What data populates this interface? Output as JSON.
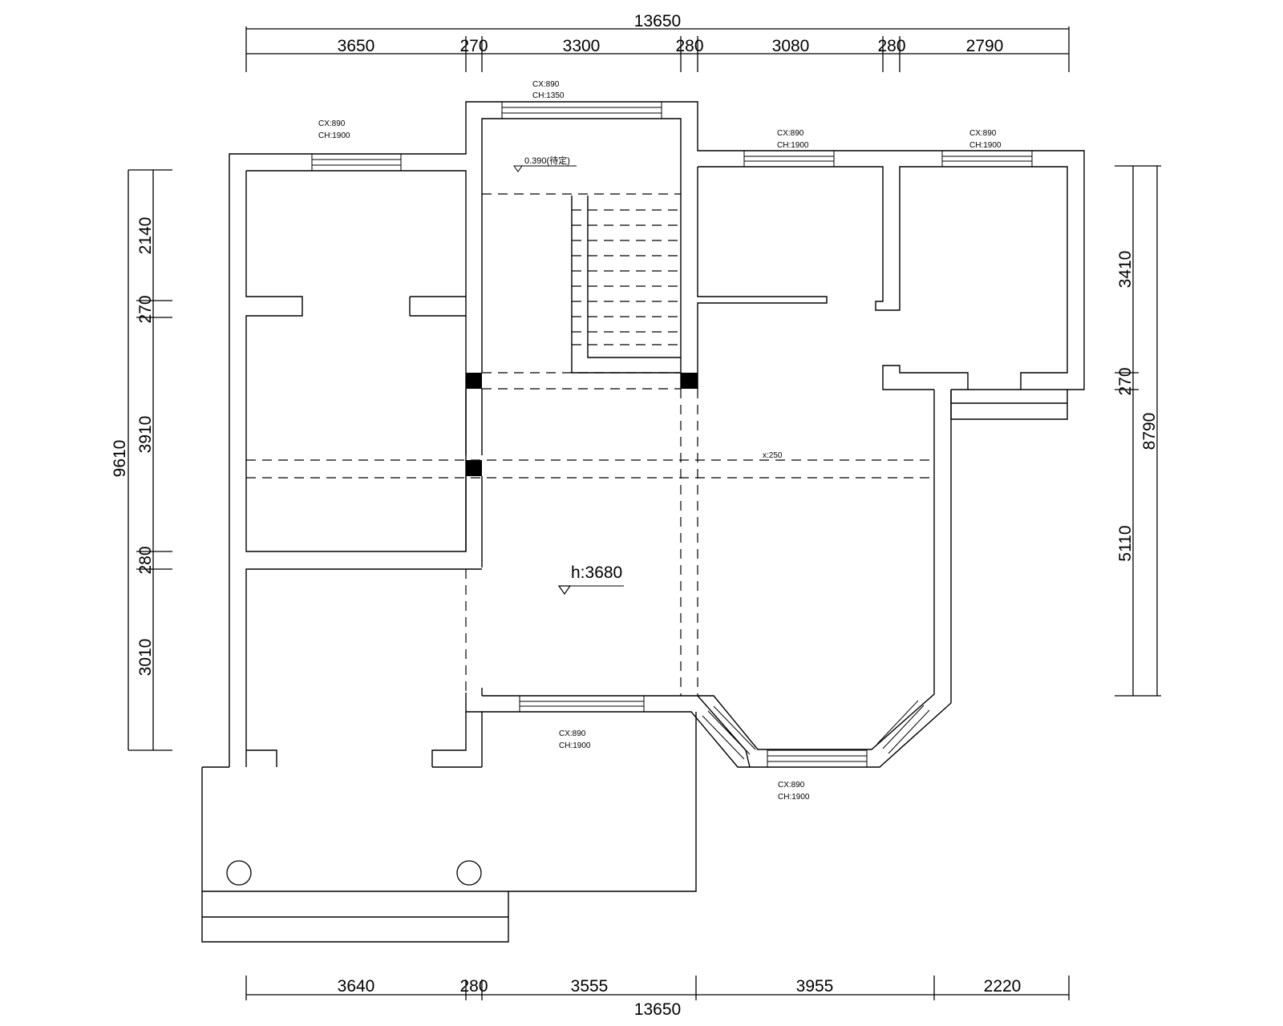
{
  "dimensions": {
    "top_total": "13650",
    "top": [
      "3650",
      "270",
      "3300",
      "280",
      "3080",
      "280",
      "2790"
    ],
    "bottom": [
      "3640",
      "280",
      "3555",
      "3955",
      "2220"
    ],
    "bottom_total": "13650",
    "left": [
      "2140",
      "270",
      "3910",
      "280",
      "3010"
    ],
    "left_total": "9610",
    "right": [
      "3410",
      "270",
      "5110"
    ],
    "right_total": "8790"
  },
  "windows": [
    {
      "cx": "CX:890",
      "ch": "CH:1350"
    },
    {
      "cx": "CX:890",
      "ch": "CH:1900"
    },
    {
      "cx": "CX:890",
      "ch": "CH:1900"
    },
    {
      "cx": "CX:890",
      "ch": "CH:1900"
    },
    {
      "cx": "CX:890",
      "ch": "CH:1900"
    },
    {
      "cx": "CX:890",
      "ch": "CH:1900"
    }
  ],
  "annotations": {
    "level": "0.390(待定)",
    "ceiling_height": "h:3680",
    "beam": "x:250"
  },
  "colors": {
    "line": "#000000",
    "background": "#ffffff",
    "column": "#000000"
  }
}
